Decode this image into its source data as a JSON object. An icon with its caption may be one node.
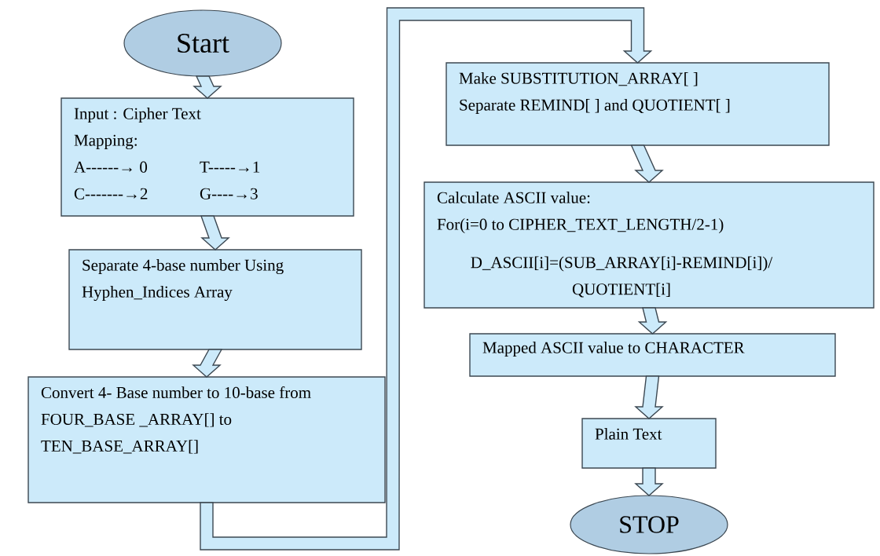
{
  "diagram": {
    "nodes": [
      {
        "text": [
          "Start"
        ]
      },
      {
        "text": [
          "Input : Cipher Text",
          "Mapping:",
          "A------→ 0",
          "T-----→1",
          "C-------→2",
          "G----→3"
        ]
      },
      {
        "text": [
          "Separate 4-base number Using Hyphen_Indices Array"
        ]
      },
      {
        "text": [
          "Convert 4- Base number to 10-base from FOUR_BASE _ARRAY[] to TEN_BASE_ARRAY[]"
        ]
      },
      {
        "text": [
          "Make SUBSTITUTION_ARRAY[ ]",
          "Separate REMIND[ ] and QUOTIENT[ ]"
        ]
      },
      {
        "text": [
          "Calculate ASCII value:",
          "For(i=0 to CIPHER_TEXT_LENGTH/2-1)",
          "D_ASCII[i]=(SUB_ARRAY[i]-REMIND[i])/ QUOTIENT[i]"
        ]
      },
      {
        "text": [
          "Mapped ASCII value to CHARACTER"
        ]
      },
      {
        "text": [
          "Plain Text"
        ]
      },
      {
        "text": [
          "STOP"
        ]
      }
    ],
    "edges": [
      {
        "from": 0,
        "to": 1,
        "arrow": "to"
      },
      {
        "from": 1,
        "to": 2,
        "arrow": "to"
      },
      {
        "from": 2,
        "to": 3,
        "arrow": "to"
      },
      {
        "from": 3,
        "to": 4,
        "arrow": "to"
      },
      {
        "from": 4,
        "to": 5,
        "arrow": "to"
      },
      {
        "from": 5,
        "to": 6,
        "arrow": "to"
      },
      {
        "from": 6,
        "to": 7,
        "arrow": "to"
      },
      {
        "from": 7,
        "to": 8,
        "arrow": "to"
      }
    ]
  }
}
